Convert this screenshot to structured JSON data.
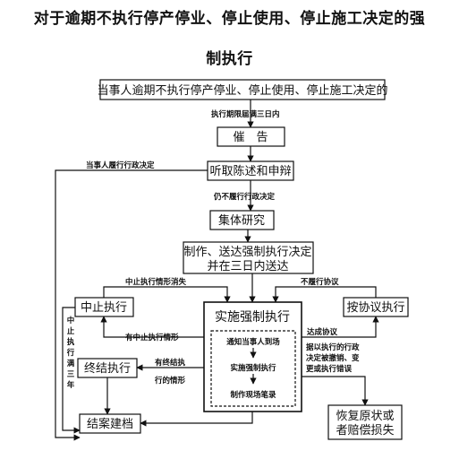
{
  "title": {
    "line1": "对于逾期不执行停产停业、停止使用、停止施工决定的强",
    "line2": "制执行"
  },
  "flow": {
    "start": "当事人逾期不执行停产停业、停止使用、停止施工决定的",
    "deadline_label": "执行期限届满三日内",
    "notice": "催　告",
    "hearing": "听取陈述和申辩",
    "still_not_fulfill": "仍不履行行政决定",
    "collective_study": "集体研究",
    "decision_line1": "制作、送达强制执行决定",
    "decision_line2": "并在三日内送达",
    "enforce": "实施强制执行",
    "steps": [
      "通知当事人到场",
      "实施强制执行",
      "制作现场笔录"
    ],
    "suspend": "中止执行",
    "terminate": "终结执行",
    "agreement": "按协议执行",
    "archive": "结案建档",
    "restore_line1": "恢复原状或",
    "restore_line2": "者赔偿损失"
  },
  "labels": {
    "party_fulfilled": "当事人履行行政决定",
    "suspension_ended": "中止执行情形消失",
    "not_fulfill_agreement": "不履行协议",
    "has_suspension": "有中止执行情形",
    "reach_agreement": "达成协议",
    "has_termination_1": "有终结执",
    "has_termination_2": "行的情形",
    "suspend_3yrs": [
      "中",
      "止",
      "执",
      "行",
      "满",
      "三",
      "年"
    ],
    "basis_revoked": [
      "据以执行的行政",
      "决定被撤销、变",
      "更或执行错误"
    ]
  }
}
